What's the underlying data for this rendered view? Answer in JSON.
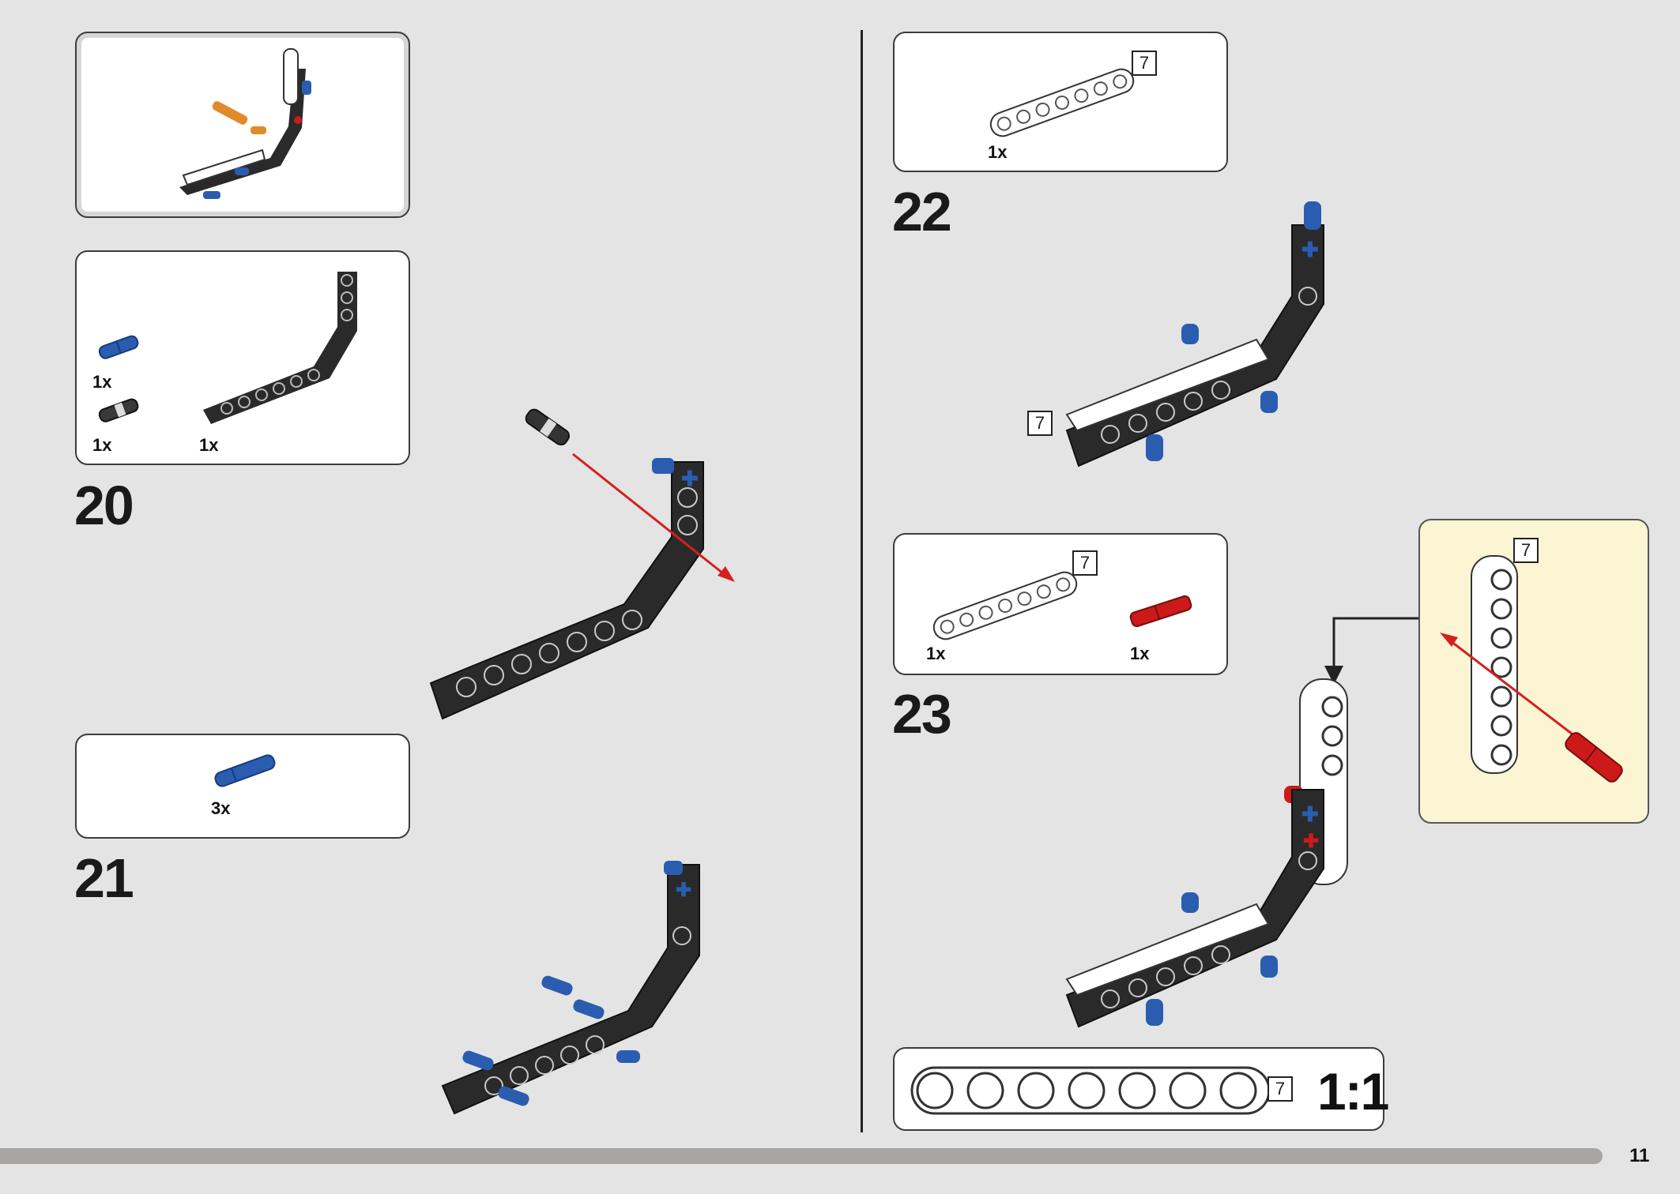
{
  "page": {
    "number": "11"
  },
  "steps": [
    {
      "number": "20",
      "parts": [
        {
          "qty": "1x",
          "part": "blue-pin-icon"
        },
        {
          "qty": "1x",
          "part": "black-axle-pin-icon"
        },
        {
          "qty": "1x",
          "part": "angled-beam-icon"
        }
      ]
    },
    {
      "number": "21",
      "parts": [
        {
          "qty": "3x",
          "part": "blue-long-pin-icon"
        }
      ]
    },
    {
      "number": "22",
      "parts": [
        {
          "qty": "1x",
          "part": "white-beam-7-icon",
          "length": "7"
        }
      ],
      "assembly_tag": "7"
    },
    {
      "number": "23",
      "parts": [
        {
          "qty": "1x",
          "part": "white-beam-7-icon",
          "length": "7"
        },
        {
          "qty": "1x",
          "part": "red-axle-pin-icon"
        }
      ],
      "callout_tag": "7"
    }
  ],
  "ruler": {
    "length_tag": "7",
    "scale_label": "1:1",
    "holes": 7
  },
  "colors": {
    "background": "#e4e4e4",
    "callout": "#fbf5d3",
    "beam_black": "#2a2a2a",
    "pin_blue": "#2a5db0",
    "pin_red": "#cc1a1a",
    "arrow_red": "#d42020"
  }
}
